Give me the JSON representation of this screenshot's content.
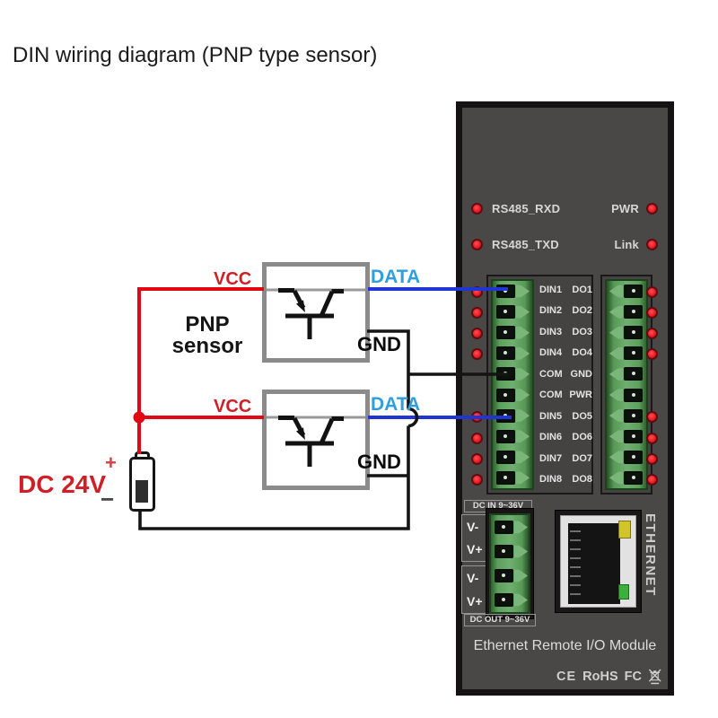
{
  "title": "DIN wiring diagram (PNP type sensor)",
  "colors": {
    "module_bg": "#4a4747",
    "wire_red": "#e30613",
    "wire_blue": "#2135d4",
    "wire_black": "#141414",
    "vcc_red": "#cf2027",
    "data_blue": "#2d9fe0",
    "led_red": "#ec1c24",
    "rj45_yellow": "#d2c529",
    "rj45_green": "#3cb03c"
  },
  "sensors": [
    {
      "vcc_label": "VCC",
      "data_label": "DATA",
      "gnd_label": "GND"
    },
    {
      "vcc_label": "VCC",
      "data_label": "DATA",
      "gnd_label": "GND"
    }
  ],
  "sensor_type": {
    "line1": "PNP",
    "line2": "sensor"
  },
  "power_supply": {
    "label": "DC 24V",
    "plus": "+",
    "minus": "−"
  },
  "module": {
    "status_rows": [
      {
        "left_label": "RS485_RXD",
        "right_label": "PWR"
      },
      {
        "left_label": "RS485_TXD",
        "right_label": "Link"
      }
    ],
    "terminal_rows": [
      {
        "left": "DIN1",
        "right": "DO1",
        "led": true
      },
      {
        "left": "DIN2",
        "right": "DO2",
        "led": true
      },
      {
        "left": "DIN3",
        "right": "DO3",
        "led": true
      },
      {
        "left": "DIN4",
        "right": "DO4",
        "led": true
      },
      {
        "left": "COM",
        "right": "GND",
        "led": false
      },
      {
        "left": "COM",
        "right": "PWR",
        "led": false
      },
      {
        "left": "DIN5",
        "right": "DO5",
        "led": true
      },
      {
        "left": "DIN6",
        "right": "DO6",
        "led": true
      },
      {
        "left": "DIN7",
        "right": "DO7",
        "led": true
      },
      {
        "left": "DIN8",
        "right": "DO8",
        "led": true
      }
    ],
    "dc": {
      "in_label": "DC IN 9~36V",
      "out_label": "DC OUT 9~36V",
      "pins": [
        "V-",
        "V+",
        "V-",
        "V+"
      ]
    },
    "ethernet_port_label": "ETHERNET",
    "product_name": "Ethernet Remote I/O Module",
    "certs": [
      "CE",
      "RoHS",
      "FC"
    ]
  }
}
